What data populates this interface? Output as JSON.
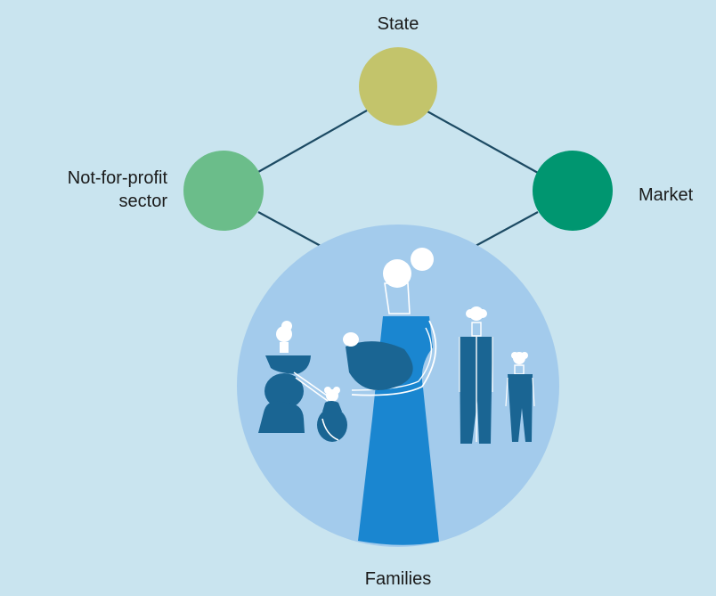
{
  "diagram": {
    "nodes": {
      "state": {
        "label": "State",
        "color": "#c3c46b"
      },
      "not_for_profit": {
        "label": "Not-for-profit\nsector",
        "line1": "Not-for-profit",
        "line2": "sector",
        "color": "#6bbd8a"
      },
      "market": {
        "label": "Market",
        "color": "#009670"
      },
      "families": {
        "label": "Families",
        "color": "#a3cbec"
      }
    },
    "edges": [
      [
        "state",
        "not_for_profit"
      ],
      [
        "state",
        "market"
      ],
      [
        "not_for_profit",
        "families"
      ],
      [
        "market",
        "families"
      ]
    ],
    "colors": {
      "background": "#c9e4ef",
      "line": "#1c4a63",
      "figure_dark": "#1a6593",
      "figure_bright": "#1a86d0",
      "figure_light": "#ffffff"
    },
    "illustration": "family-figures-icon"
  }
}
